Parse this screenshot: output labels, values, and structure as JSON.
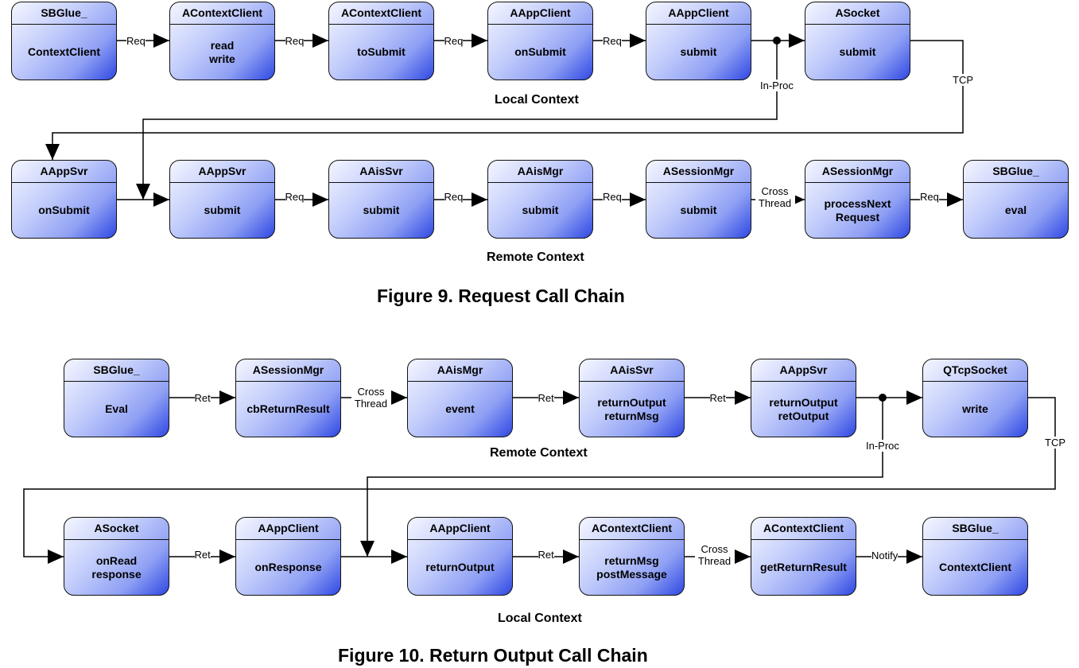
{
  "figure9": {
    "caption": "Figure 9.  Request Call Chain",
    "local_context": "Local Context",
    "remote_context": "Remote Context",
    "row1": [
      {
        "class": "SBGlue_",
        "methods": [
          "ContextClient"
        ]
      },
      {
        "class": "AContextClient",
        "methods": [
          "read",
          "write"
        ]
      },
      {
        "class": "AContextClient",
        "methods": [
          "toSubmit"
        ]
      },
      {
        "class": "AAppClient",
        "methods": [
          "onSubmit"
        ]
      },
      {
        "class": "AAppClient",
        "methods": [
          "submit"
        ]
      },
      {
        "class": "ASocket",
        "methods": [
          "submit"
        ]
      }
    ],
    "row2": [
      {
        "class": "AAppSvr",
        "methods": [
          "onSubmit"
        ]
      },
      {
        "class": "AAppSvr",
        "methods": [
          "submit"
        ]
      },
      {
        "class": "AAisSvr",
        "methods": [
          "submit"
        ]
      },
      {
        "class": "AAisMgr",
        "methods": [
          "submit"
        ]
      },
      {
        "class": "ASessionMgr",
        "methods": [
          "submit"
        ]
      },
      {
        "class": "ASessionMgr",
        "methods": [
          "processNext",
          "Request"
        ]
      },
      {
        "class": "SBGlue_",
        "methods": [
          "eval"
        ]
      }
    ],
    "edge_labels": {
      "req": "Req",
      "in_proc": "In-Proc",
      "tcp": "TCP",
      "cross_thread": "Cross Thread"
    }
  },
  "figure10": {
    "caption": "Figure 10.  Return Output Call Chain",
    "remote_context": "Remote Context",
    "local_context": "Local Context",
    "row1": [
      {
        "class": "SBGlue_",
        "methods": [
          "Eval"
        ]
      },
      {
        "class": "ASessionMgr",
        "methods": [
          "cbReturnResult"
        ]
      },
      {
        "class": "AAisMgr",
        "methods": [
          "event"
        ]
      },
      {
        "class": "AAisSvr",
        "methods": [
          "returnOutput",
          "returnMsg"
        ]
      },
      {
        "class": "AAppSvr",
        "methods": [
          "returnOutput",
          "retOutput"
        ]
      },
      {
        "class": "QTcpSocket",
        "methods": [
          "write"
        ]
      }
    ],
    "row2": [
      {
        "class": "ASocket",
        "methods": [
          "onRead",
          "response"
        ]
      },
      {
        "class": "AAppClient",
        "methods": [
          "onResponse"
        ]
      },
      {
        "class": "AAppClient",
        "methods": [
          "returnOutput"
        ]
      },
      {
        "class": "AContextClient",
        "methods": [
          "returnMsg",
          "postMessage"
        ]
      },
      {
        "class": "AContextClient",
        "methods": [
          "getReturnResult"
        ]
      },
      {
        "class": "SBGlue_",
        "methods": [
          "ContextClient"
        ]
      }
    ],
    "edge_labels": {
      "ret": "Ret",
      "in_proc": "In-Proc",
      "tcp": "TCP",
      "cross_thread": "Cross Thread",
      "notify": "Notify"
    }
  }
}
